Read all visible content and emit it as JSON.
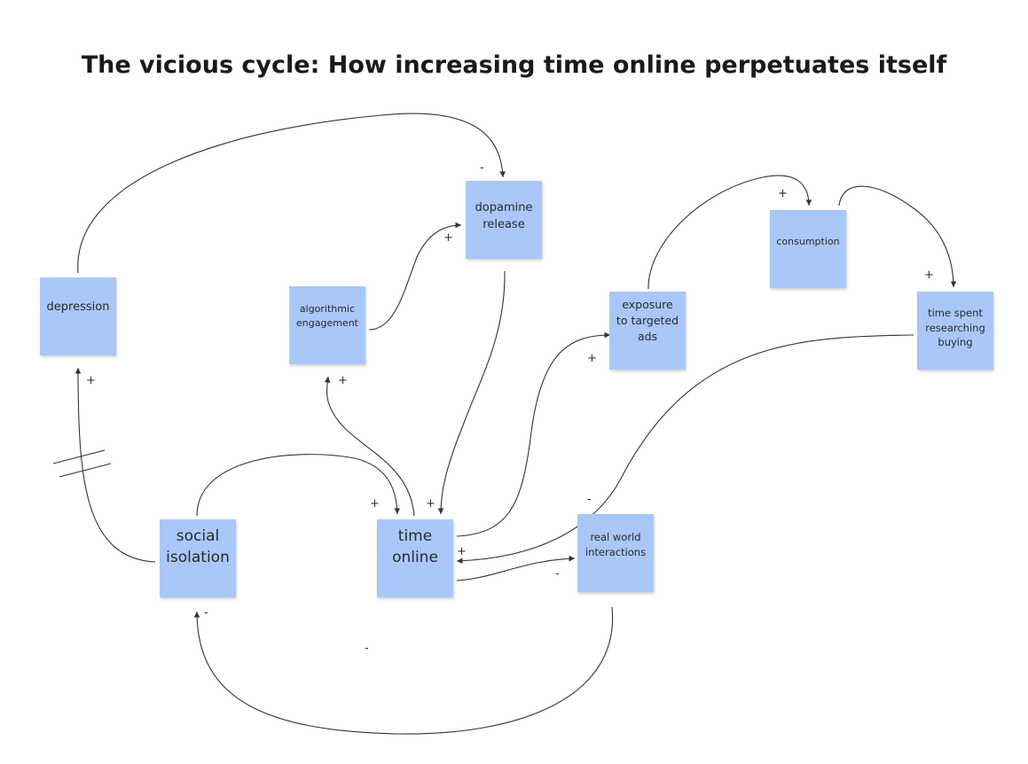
{
  "title": "The vicious cycle: How increasing time online perpetuates itself",
  "colors": {
    "note": "#a9c7f9",
    "arrow": "#333333",
    "text": "#2a2a2a"
  },
  "nodes": {
    "dopamine": "dopamine\nrelease",
    "depression": "depression",
    "algorithmic": "algorithmic\nengagement",
    "exposure": "exposure\nto targeted\nads",
    "consumption": "consumption",
    "time_spent": "time spent\nresearching\nbuying",
    "social": "social\nisolation",
    "time_online": "time\nonline",
    "real_world": "real world\ninteractions"
  },
  "polarities": {
    "depression_to_dopamine": "-",
    "algorithmic_to_dopamine": "+",
    "exposure_to_consumption": "+",
    "consumption_to_time_spent": "+",
    "social_to_depression": "+",
    "time_online_to_algorithmic": "+",
    "time_online_to_exposure": "+",
    "time_spent_to_real_world": "-",
    "social_to_time_online": "+",
    "dopamine_to_time_online": "+",
    "real_world_to_time_online": "+",
    "time_online_to_real_world": "-",
    "real_world_to_social_a": "-",
    "real_world_to_social_b": "-"
  }
}
